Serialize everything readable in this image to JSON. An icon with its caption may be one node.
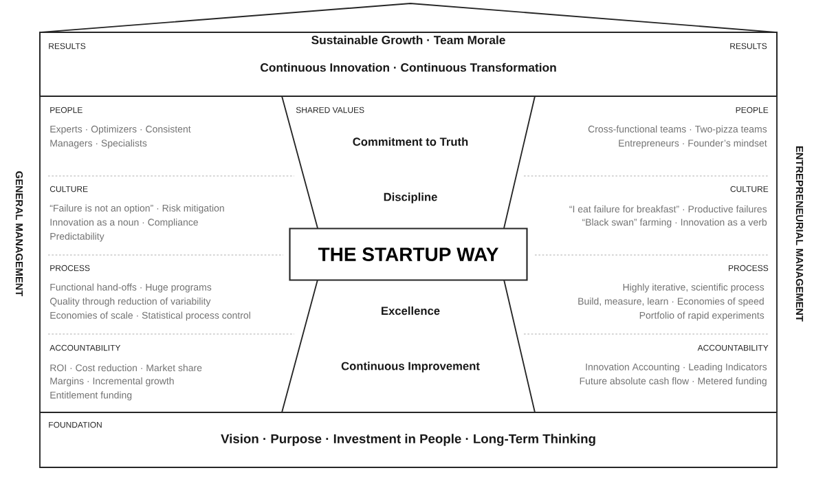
{
  "diagram": {
    "nodes": [
      {
        "text": [
          "RESULTS",
          "Sustainable Growth · Team Morale",
          "Continuous Innovation · Continuous Transformation",
          "RESULTS"
        ]
      },
      {
        "text": [
          "PEOPLE",
          "Experts · Optimizers · Consistent",
          "Managers · Specialists"
        ]
      },
      {
        "text": [
          "CULTURE",
          "“Failure is not an option” · Risk mitigation",
          "Innovation as a noun · Compliance",
          "Predictability"
        ]
      },
      {
        "text": [
          "PROCESS",
          "Functional hand-offs · Huge programs",
          "Quality through reduction of variability",
          "Economies of scale · Statistical process control"
        ]
      },
      {
        "text": [
          "ACCOUNTABILITY",
          "ROI · Cost reduction · Market share",
          "Margins · Incremental growth",
          "Entitlement funding"
        ]
      },
      {
        "text": [
          "SHARED VALUES",
          "Commitment to Truth",
          "Discipline",
          "Excellence",
          "Continuous Improvement"
        ]
      },
      {
        "text": [
          "THE STARTUP WAY"
        ],
        "in": 5
      },
      {
        "text": [
          "PEOPLE",
          "Cross-functional teams · Two-pizza teams",
          "Entrepreneurs · Founder’s mindset"
        ]
      },
      {
        "text": [
          "CULTURE",
          "“I eat failure for breakfast” · Productive failures",
          "“Black swan” farming · Innovation as a verb"
        ]
      },
      {
        "text": [
          "PROCESS",
          "Highly iterative, scientific process",
          "Build, measure, learn · Economies of speed",
          "Portfolio of rapid experiments"
        ]
      },
      {
        "text": [
          "ACCOUNTABILITY",
          "Innovation Accounting · Leading Indicators",
          "Future absolute cash flow · Metered funding"
        ]
      },
      {
        "text": [
          "FOUNDATION",
          "Vision · Purpose · Investment in People · Long-Term Thinking"
        ]
      }
    ],
    "labels": [
      "GENERAL MANAGEMENT",
      "ENTREPRENEURIAL MANAGEMENT"
    ]
  }
}
